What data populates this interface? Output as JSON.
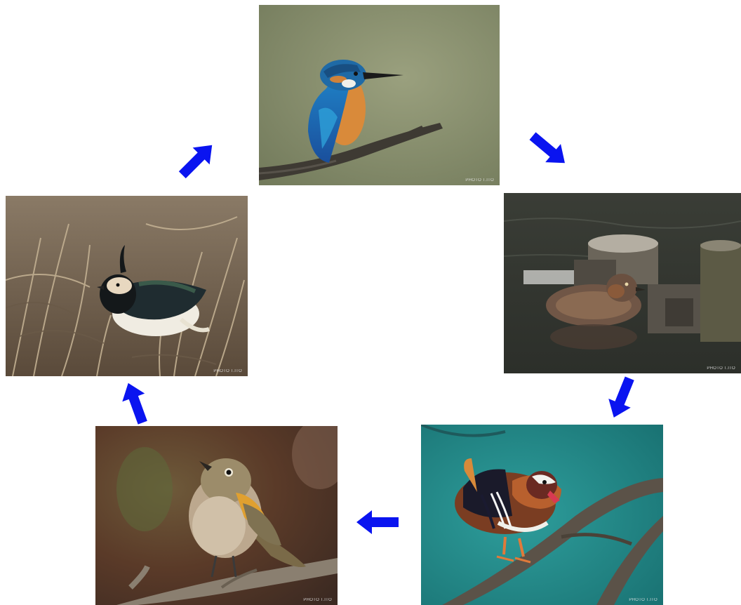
{
  "colors": {
    "arrow": "#0a14f0",
    "background": "#ffffff"
  },
  "photos": {
    "kingfisher": {
      "credit": "PHOTO  T.ITO"
    },
    "grebe": {
      "credit": "PHOTO  T.ITO"
    },
    "mandarin": {
      "credit": "PHOTO  T.ITO"
    },
    "robin": {
      "credit": "PHOTO  T.ITO"
    },
    "lapwing": {
      "credit": "PHOTO  T.ITO"
    }
  },
  "icons": [
    "arrow-down-right-icon",
    "arrow-down-icon",
    "arrow-left-icon",
    "arrow-up-icon",
    "arrow-up-right-icon"
  ]
}
